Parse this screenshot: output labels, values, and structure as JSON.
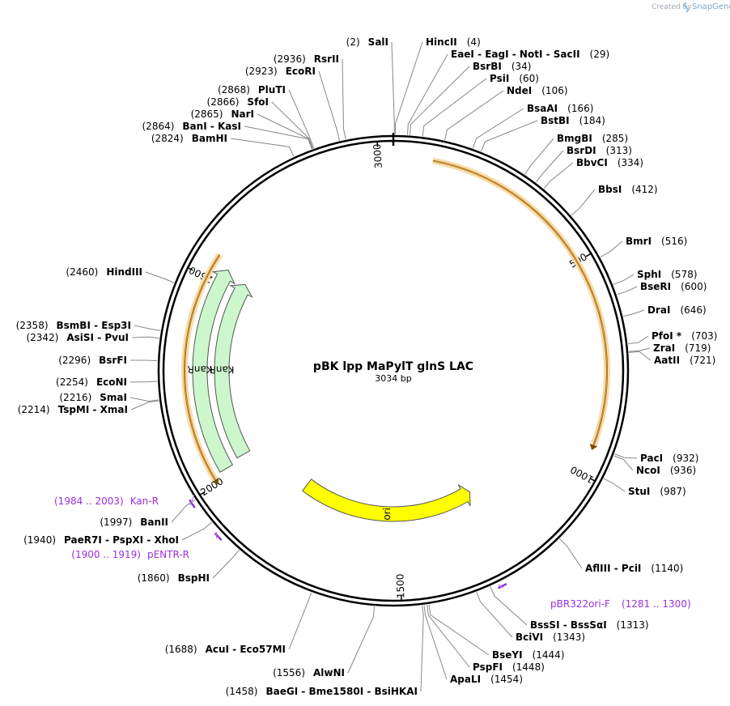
{
  "credit": {
    "prefix": "Created by",
    "brand": "SnapGene",
    "icon": "snapgene-logo-icon"
  },
  "plasmid": {
    "name": "pBK lpp MaPylT glnS LAC",
    "size_label": "3034 bp",
    "length": 3034
  },
  "ticks": [
    {
      "pos": 500,
      "label": "500"
    },
    {
      "pos": 1000,
      "label": "1000"
    },
    {
      "pos": 1500,
      "label": "1500"
    },
    {
      "pos": 2000,
      "label": "2000"
    },
    {
      "pos": 2500,
      "label": "2500"
    },
    {
      "pos": 3000,
      "label": "3000"
    }
  ],
  "features": [
    {
      "id": "lacI-arc",
      "start": 90,
      "end": 930,
      "color": "#e8a13a",
      "outline": "#f7dca7",
      "label": ""
    },
    {
      "id": "kanr-arc",
      "start": 2010,
      "end": 2560,
      "color": "#e8a13a",
      "outline": "#f7dca7",
      "label": ""
    },
    {
      "id": "kanr-1",
      "start": 2020,
      "end": 2540,
      "color": "#ccf7cc",
      "label": "KanR"
    },
    {
      "id": "kanr-2",
      "start": 2030,
      "end": 2530,
      "color": "#ccf7cc",
      "label": "KanR"
    },
    {
      "id": "ori",
      "start": 1245,
      "end": 1830,
      "color": "#ffff00",
      "label": "ori"
    }
  ],
  "primers": [
    {
      "id": "kan-r",
      "start": 1984,
      "end": 2003,
      "text": "Kan-R",
      "range": "(1984 .. 2003)"
    },
    {
      "id": "pentr-r",
      "start": 1900,
      "end": 1919,
      "text": "pENTR-R",
      "range": "(1900 .. 1919)"
    },
    {
      "id": "pbr322ori-f",
      "start": 1281,
      "end": 1300,
      "text": "pBR322ori-F",
      "range": "(1281 .. 1300)"
    }
  ],
  "sites": [
    {
      "name": "SalI",
      "pos": "(2)",
      "at": 2
    },
    {
      "name": "HincII",
      "pos": "(4)",
      "at": 4
    },
    {
      "name": "EaeI  -  EagI  -  NotI  -  SacII",
      "pos": "(29)",
      "at": 29
    },
    {
      "name": "BsrBI",
      "pos": "(34)",
      "at": 34
    },
    {
      "name": "PsiI",
      "pos": "(60)",
      "at": 60
    },
    {
      "name": "NdeI",
      "pos": "(106)",
      "at": 106
    },
    {
      "name": "BsaAI",
      "pos": "(166)",
      "at": 166
    },
    {
      "name": "BstBI",
      "pos": "(184)",
      "at": 184
    },
    {
      "name": "BmgBI",
      "pos": "(285)",
      "at": 285
    },
    {
      "name": "BsrDI",
      "pos": "(313)",
      "at": 313
    },
    {
      "name": "BbvCI",
      "pos": "(334)",
      "at": 334
    },
    {
      "name": "BbsI",
      "pos": "(412)",
      "at": 412
    },
    {
      "name": "BmrI",
      "pos": "(516)",
      "at": 516
    },
    {
      "name": "SphI",
      "pos": "(578)",
      "at": 578
    },
    {
      "name": "BseRI",
      "pos": "(600)",
      "at": 600
    },
    {
      "name": "DraI",
      "pos": "(646)",
      "at": 646
    },
    {
      "name": "PfoI *",
      "pos": "(703)",
      "at": 703
    },
    {
      "name": "ZraI",
      "pos": "(719)",
      "at": 719
    },
    {
      "name": "AatII",
      "pos": "(721)",
      "at": 721
    },
    {
      "name": "PacI",
      "pos": "(932)",
      "at": 932
    },
    {
      "name": "NcoI",
      "pos": "(936)",
      "at": 936
    },
    {
      "name": "StuI",
      "pos": "(987)",
      "at": 987
    },
    {
      "name": "AflIII  -  PciI",
      "pos": "(1140)",
      "at": 1140
    },
    {
      "name": "BssSI  -  BssSαI",
      "pos": "(1313)",
      "at": 1313
    },
    {
      "name": "BciVI",
      "pos": "(1343)",
      "at": 1343
    },
    {
      "name": "BseYI",
      "pos": "(1444)",
      "at": 1444
    },
    {
      "name": "PspFI",
      "pos": "(1448)",
      "at": 1448
    },
    {
      "name": "ApaLI",
      "pos": "(1454)",
      "at": 1454
    },
    {
      "name": "BaeGI  -  Bme1580I  -  BsiHKAI",
      "pos": "(1458)",
      "at": 1458
    },
    {
      "name": "AlwNI",
      "pos": "(1556)",
      "at": 1556
    },
    {
      "name": "AcuI  -  Eco57MI",
      "pos": "(1688)",
      "at": 1688
    },
    {
      "name": "BspHI",
      "pos": "(1860)",
      "at": 1860
    },
    {
      "name": "PaeR7I  -  PspXI  -  XhoI",
      "pos": "(1940)",
      "at": 1940
    },
    {
      "name": "BanII",
      "pos": "(1997)",
      "at": 1997
    },
    {
      "name": "TspMI  -  XmaI",
      "pos": "(2214)",
      "at": 2214
    },
    {
      "name": "SmaI",
      "pos": "(2216)",
      "at": 2216
    },
    {
      "name": "EcoNI",
      "pos": "(2254)",
      "at": 2254
    },
    {
      "name": "BsrFI",
      "pos": "(2296)",
      "at": 2296
    },
    {
      "name": "AsiSI  -  PvuI",
      "pos": "(2342)",
      "at": 2342
    },
    {
      "name": "BsmBI  -  Esp3I",
      "pos": "(2358)",
      "at": 2358
    },
    {
      "name": "HindIII",
      "pos": "(2460)",
      "at": 2460
    },
    {
      "name": "BamHI",
      "pos": "(2824)",
      "at": 2824
    },
    {
      "name": "BanI  -  KasI",
      "pos": "(2864)",
      "at": 2864
    },
    {
      "name": "NarI",
      "pos": "(2865)",
      "at": 2865
    },
    {
      "name": "SfoI",
      "pos": "(2866)",
      "at": 2866
    },
    {
      "name": "PluTI",
      "pos": "(2868)",
      "at": 2868
    },
    {
      "name": "EcoRI",
      "pos": "(2923)",
      "at": 2923
    },
    {
      "name": "RsrII",
      "pos": "(2936)",
      "at": 2936
    }
  ]
}
